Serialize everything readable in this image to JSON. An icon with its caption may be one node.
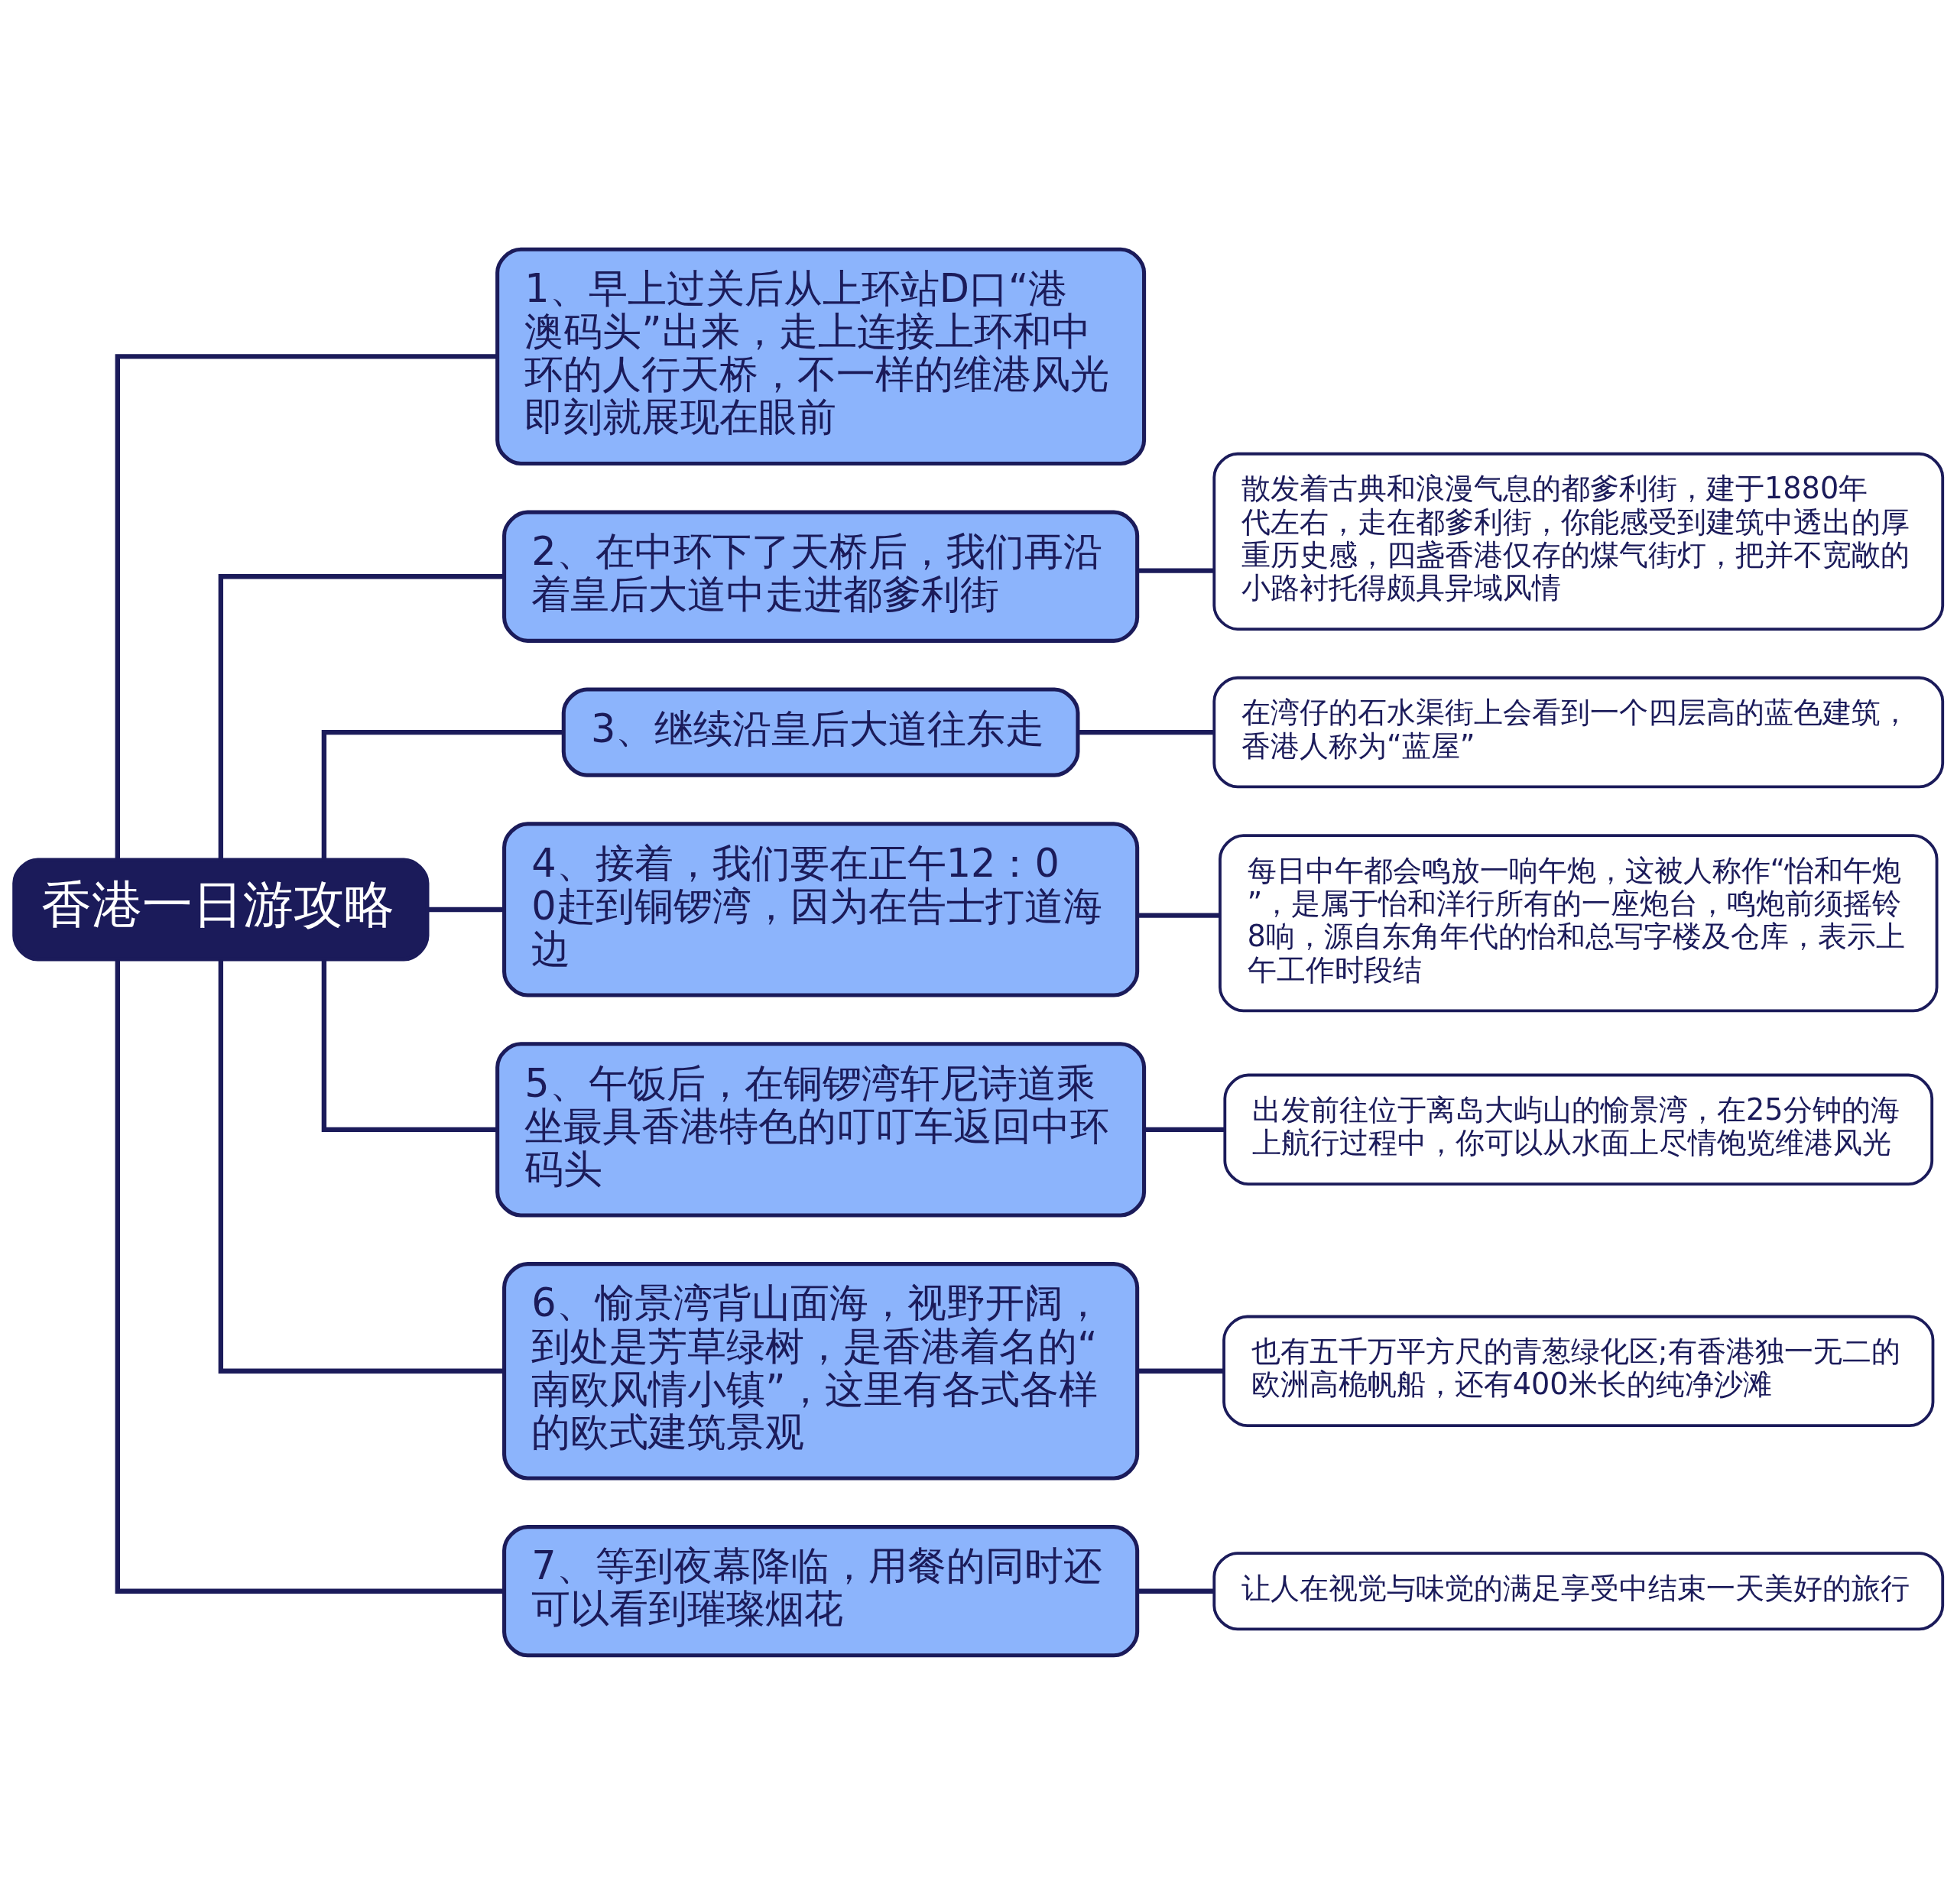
{
  "diagram": {
    "nodes": [
      {
        "text": [
          "香港一日游攻略"
        ]
      },
      {
        "text": [
          "1、早上过关后从上环站D口“港澳码头”出来，走上连接上环和中环的人行天桥，不一样的维港风光即刻就展现在眼前"
        ]
      },
      {
        "text": [
          "2、在中环下了天桥后，我们再沿着皇后大道中走进都爹利街"
        ]
      },
      {
        "text": [
          "散发着古典和浪漫气息的都爹利街，建于1880年代左右，走在都爹利街，你能感受到建筑中透出的厚重历史感，四盏香港仅存的煤气街灯，把并不宽敞的小路衬托得颇具异域风情"
        ]
      },
      {
        "text": [
          "3、继续沿皇后大道往东走"
        ]
      },
      {
        "text": [
          "在湾仔的石水渠街上会看到一个四层高的蓝色建筑，香港人称为“蓝屋”"
        ]
      },
      {
        "text": [
          "4、接着，我们要在正午12：00赶到铜锣湾，因为在告士打道海边"
        ]
      },
      {
        "text": [
          "每日中午都会鸣放一响午炮，这被人称作“怡和午炮”，是属于怡和洋行所有的一座炮台，鸣炮前须摇铃8响，源自东角年代的怡和总写字楼及仓库，表示上午工作时段结"
        ]
      },
      {
        "text": [
          "5、午饭后，在铜锣湾轩尼诗道乘坐最具香港特色的叮叮车返回中环码头"
        ]
      },
      {
        "text": [
          "出发前往位于离岛大屿山的愉景湾，在25分钟的海上航行过程中，你可以从水面上尽情饱览维港风光"
        ]
      },
      {
        "text": [
          "6、愉景湾背山面海，视野开阔，到处是芳草绿树，是香港着名的“南欧风情小镇”，这里有各式各样的欧式建筑景观"
        ]
      },
      {
        "text": [
          "也有五千万平方尺的青葱绿化区;有香港独一无二的欧洲高桅帆船，还有400米长的纯净沙滩"
        ]
      },
      {
        "text": [
          "7、等到夜幕降临，用餐的同时还可以看到璀璨烟花"
        ]
      },
      {
        "text": [
          "让人在视觉与味觉的满足享受中结束一天美好的旅行"
        ]
      }
    ],
    "edges": [
      {
        "from": 0,
        "to": 1,
        "arrow": "none"
      },
      {
        "from": 0,
        "to": 2,
        "arrow": "none"
      },
      {
        "from": 0,
        "to": 4,
        "arrow": "none"
      },
      {
        "from": 0,
        "to": 6,
        "arrow": "none"
      },
      {
        "from": 0,
        "to": 8,
        "arrow": "none"
      },
      {
        "from": 0,
        "to": 10,
        "arrow": "none"
      },
      {
        "from": 0,
        "to": 12,
        "arrow": "none"
      },
      {
        "from": 2,
        "to": 3,
        "arrow": "none"
      },
      {
        "from": 4,
        "to": 5,
        "arrow": "none"
      },
      {
        "from": 6,
        "to": 7,
        "arrow": "none"
      },
      {
        "from": 8,
        "to": 9,
        "arrow": "none"
      },
      {
        "from": 10,
        "to": 11,
        "arrow": "none"
      },
      {
        "from": 12,
        "to": 13,
        "arrow": "none"
      }
    ]
  }
}
